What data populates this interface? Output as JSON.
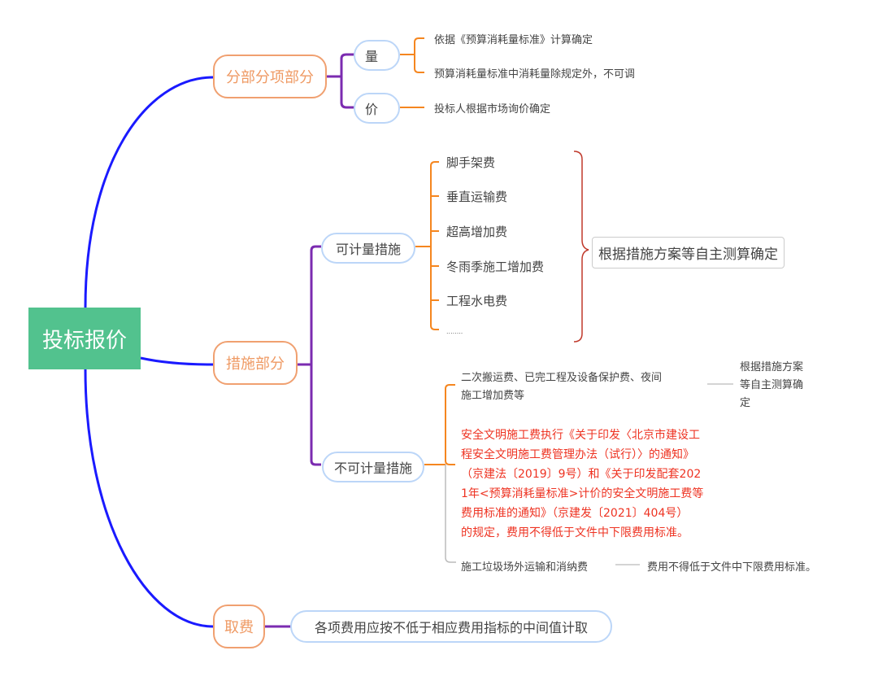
{
  "root": {
    "label": "投标报价"
  },
  "branches": {
    "fenbu": {
      "label": "分部分项部分",
      "quantity": {
        "label": "量",
        "items": [
          "依据《预算消耗量标准》计算确定",
          "预算消耗量标准中消耗量除规定外，不可调"
        ]
      },
      "price": {
        "label": "价",
        "items": [
          "投标人根据市场询价确定"
        ]
      }
    },
    "cuoshi": {
      "label": "措施部分",
      "measurable": {
        "label": "可计量措施",
        "items": [
          "脚手架费",
          "垂直运输费",
          "超高增加费",
          "冬雨季施工增加费",
          "工程水电费",
          "........"
        ],
        "summary": "根据措施方案等自主测算确定"
      },
      "non_measurable": {
        "label": "不可计量措施",
        "item1": {
          "text_line1": "二次搬运费、已完工程及设备保护费、夜间",
          "text_line2": "施工增加费等",
          "note_lines": [
            "根据措施方案",
            "等自主测算确",
            "定"
          ]
        },
        "item2_lines": [
          "安全文明施工费执行《关于印发〈北京市建设工",
          "程安全文明施工费管理办法（试行）〉的通知》",
          "（京建法〔2019〕9号）和《关于印发配套202",
          "1年<预算消耗量标准>计价的安全文明施工费等",
          "费用标准的通知》（京建发〔2021〕404号）",
          "的规定，费用不得低于文件中下限费用标准。"
        ],
        "item3": {
          "text": "施工垃圾场外运输和消纳费",
          "note": "费用不得低于文件中下限费用标准。"
        }
      }
    },
    "qufei": {
      "label": "取费",
      "item": "各项费用应按不低于相应费用指标的中间值计取"
    }
  },
  "colors": {
    "root_fill": "#52c28e",
    "level1_line": "#1a1aff",
    "level2_line": "#7b2bb0",
    "level3_line": "#f5861f",
    "level1_border": "#f0a070",
    "level2_border": "#bcd6f8",
    "brace": "#c0392b",
    "red_text": "#ee3322"
  }
}
